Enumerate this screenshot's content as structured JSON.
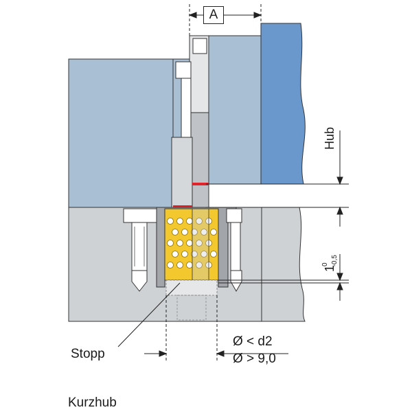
{
  "reference_label": "A",
  "labels": {
    "stopp": "Stopp",
    "hub": "Hub",
    "diameter_lt": "Ø < d2",
    "diameter_gt": "Ø > 9,0",
    "caption": "Kurzhub"
  },
  "tolerance": {
    "nominal": "1",
    "upper": "0",
    "lower": "-0,5"
  },
  "colors": {
    "plate_blue": "#a9bfd3",
    "ram_blue": "#6a98cc",
    "plate_grey": "#cfd2d4",
    "cage_yellow": "#f3c82e",
    "bushing_grey": "#a2a6ab",
    "marker_red": "#e0242a"
  }
}
